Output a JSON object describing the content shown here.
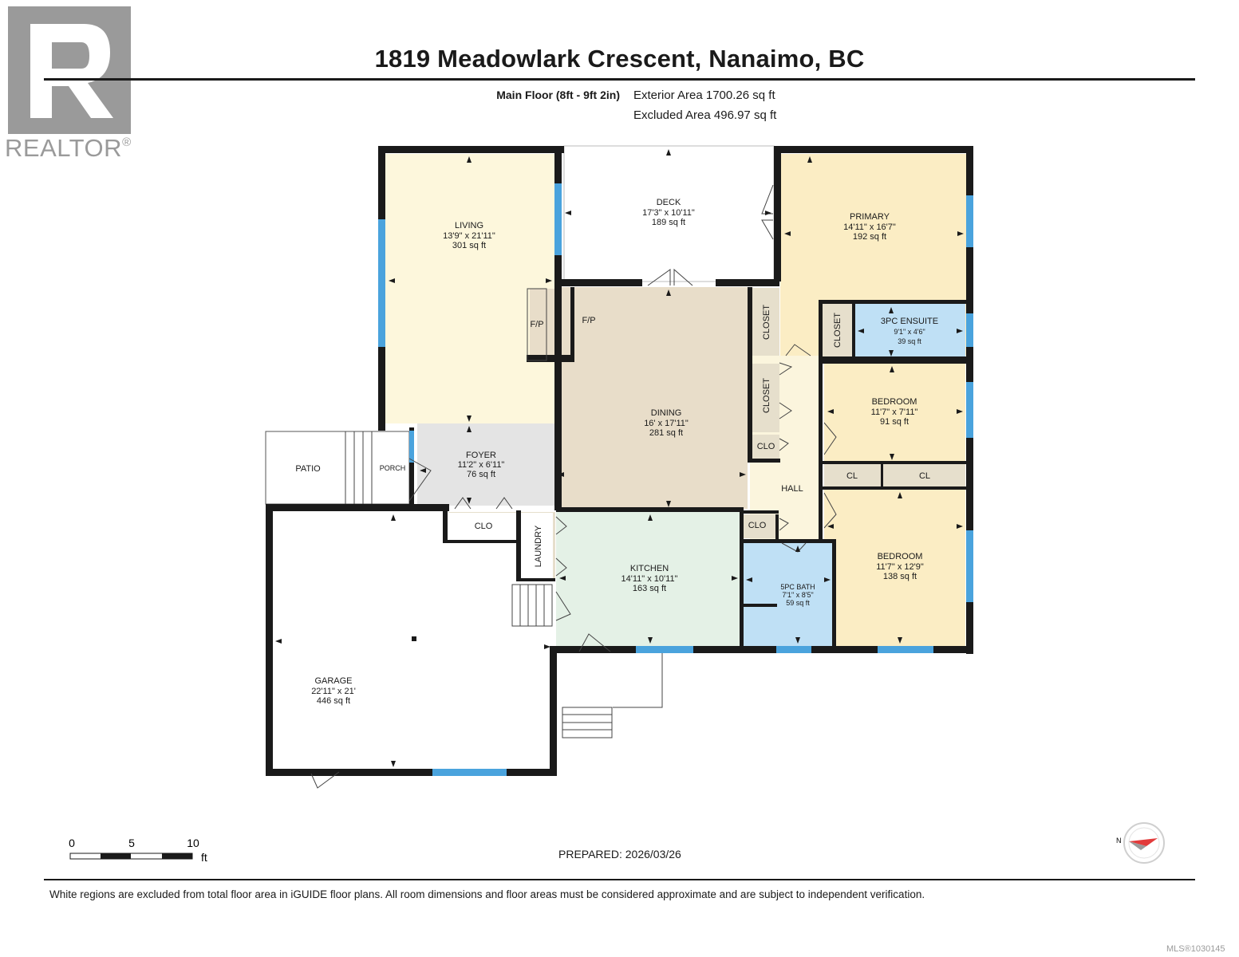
{
  "brand": {
    "name": "REALTOR",
    "mark": "®",
    "logo_letter": "R"
  },
  "header": {
    "title": "1819 Meadowlark Crescent, Nanaimo, BC",
    "floor": "Main Floor (8ft - 9ft 2in)",
    "exterior_area": "Exterior Area 1700.26 sq ft",
    "excluded_area": "Excluded Area 496.97 sq ft"
  },
  "rooms": {
    "living": {
      "name": "LIVING",
      "dims": "13'9\" x 21'11\"",
      "area": "301 sq ft"
    },
    "deck": {
      "name": "DECK",
      "dims": "17'3\" x 10'11\"",
      "area": "189 sq ft"
    },
    "primary": {
      "name": "PRIMARY",
      "dims": "14'11\" x 16'7\"",
      "area": "192 sq ft"
    },
    "ensuite": {
      "name": "3PC ENSUITE",
      "dims": "9'1\" x 4'6\"",
      "area": "39 sq ft"
    },
    "dining": {
      "name": "DINING",
      "dims": "16' x 17'11\"",
      "area": "281 sq ft"
    },
    "bedroom1": {
      "name": "BEDROOM",
      "dims": "11'7\" x 7'11\"",
      "area": "91 sq ft"
    },
    "foyer": {
      "name": "FOYER",
      "dims": "11'2\" x 6'11\"",
      "area": "76 sq ft"
    },
    "kitchen": {
      "name": "KITCHEN",
      "dims": "14'11\" x 10'11\"",
      "area": "163 sq ft"
    },
    "bath": {
      "name": "5PC BATH",
      "dims": "7'1\" x 8'5\"",
      "area": "59 sq ft"
    },
    "bedroom2": {
      "name": "BEDROOM",
      "dims": "11'7\" x 12'9\"",
      "area": "138 sq ft"
    },
    "garage": {
      "name": "GARAGE",
      "dims": "22'11\" x 21'",
      "area": "446 sq ft"
    }
  },
  "labels": {
    "patio": "PATIO",
    "porch": "PORCH",
    "hall": "HALL",
    "fp": "F/P",
    "closet": "CLOSET",
    "clo": "CLO",
    "cl": "CL",
    "laundry": "LAUNDRY"
  },
  "scale": {
    "ticks": [
      "0",
      "5",
      "10"
    ],
    "unit": "ft"
  },
  "prepared": "PREPARED: 2026/03/26",
  "compass_label": "N",
  "disclaimer": "White regions are excluded from total floor area in iGUIDE floor plans. All room dimensions and floor areas must be considered approximate and are subject to independent verification.",
  "mls": "MLS®1030145",
  "colors": {
    "living": "#fdf7dc",
    "bedroom": "#fbedc4",
    "dining": "#e8ddc9",
    "foyer": "#e4e4e4",
    "kitchen": "#e4f1e6",
    "bath": "#bfe0f5",
    "closet": "#e6dfcc",
    "hall": "#fbf5dd",
    "wall": "#1a1a1a",
    "window": "#4aa3dd",
    "logo": "#9a9a9a"
  }
}
